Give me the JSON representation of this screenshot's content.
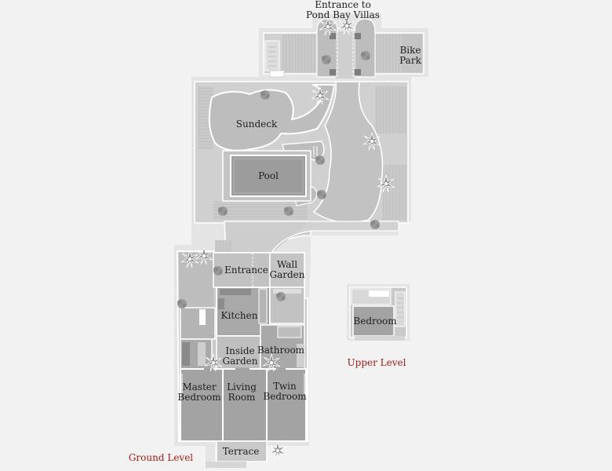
{
  "plan": {
    "title_line1": "Entrance to",
    "title_line2": "Pond Bay Villas",
    "bike_park_1": "Bike",
    "bike_park_2": "Park",
    "sundeck": "Sundeck",
    "pool": "Pool",
    "entrance": "Entrance",
    "wall_garden_1": "Wall",
    "wall_garden_2": "Garden",
    "kitchen": "Kitchen",
    "inside_garden_1": "Inside",
    "inside_garden_2": "Garden",
    "bathroom": "Bathroom",
    "master_bedroom_1": "Master",
    "master_bedroom_2": "Bedroom",
    "living_room_1": "Living",
    "living_room_2": "Room",
    "twin_bedroom_1": "Twin",
    "twin_bedroom_2": "Bedroom",
    "terrace": "Terrace",
    "upper_bedroom": "Bedroom",
    "upper_level": "Upper Level",
    "ground_level": "Ground Level"
  },
  "colors": {
    "background": "#f2f2f2",
    "outline": "#e3e3e3",
    "site": "#d2d2d2",
    "path": "#c7c7c7",
    "deck": "#b6b6b6",
    "interior": "#a3a3a3",
    "pool": "#9c9c9c",
    "wall": "#ffffff",
    "tree": "#8c8c8c",
    "level_label": "#9a1b12"
  },
  "icons": [
    "palm-tree-icon",
    "shrub-icon"
  ]
}
